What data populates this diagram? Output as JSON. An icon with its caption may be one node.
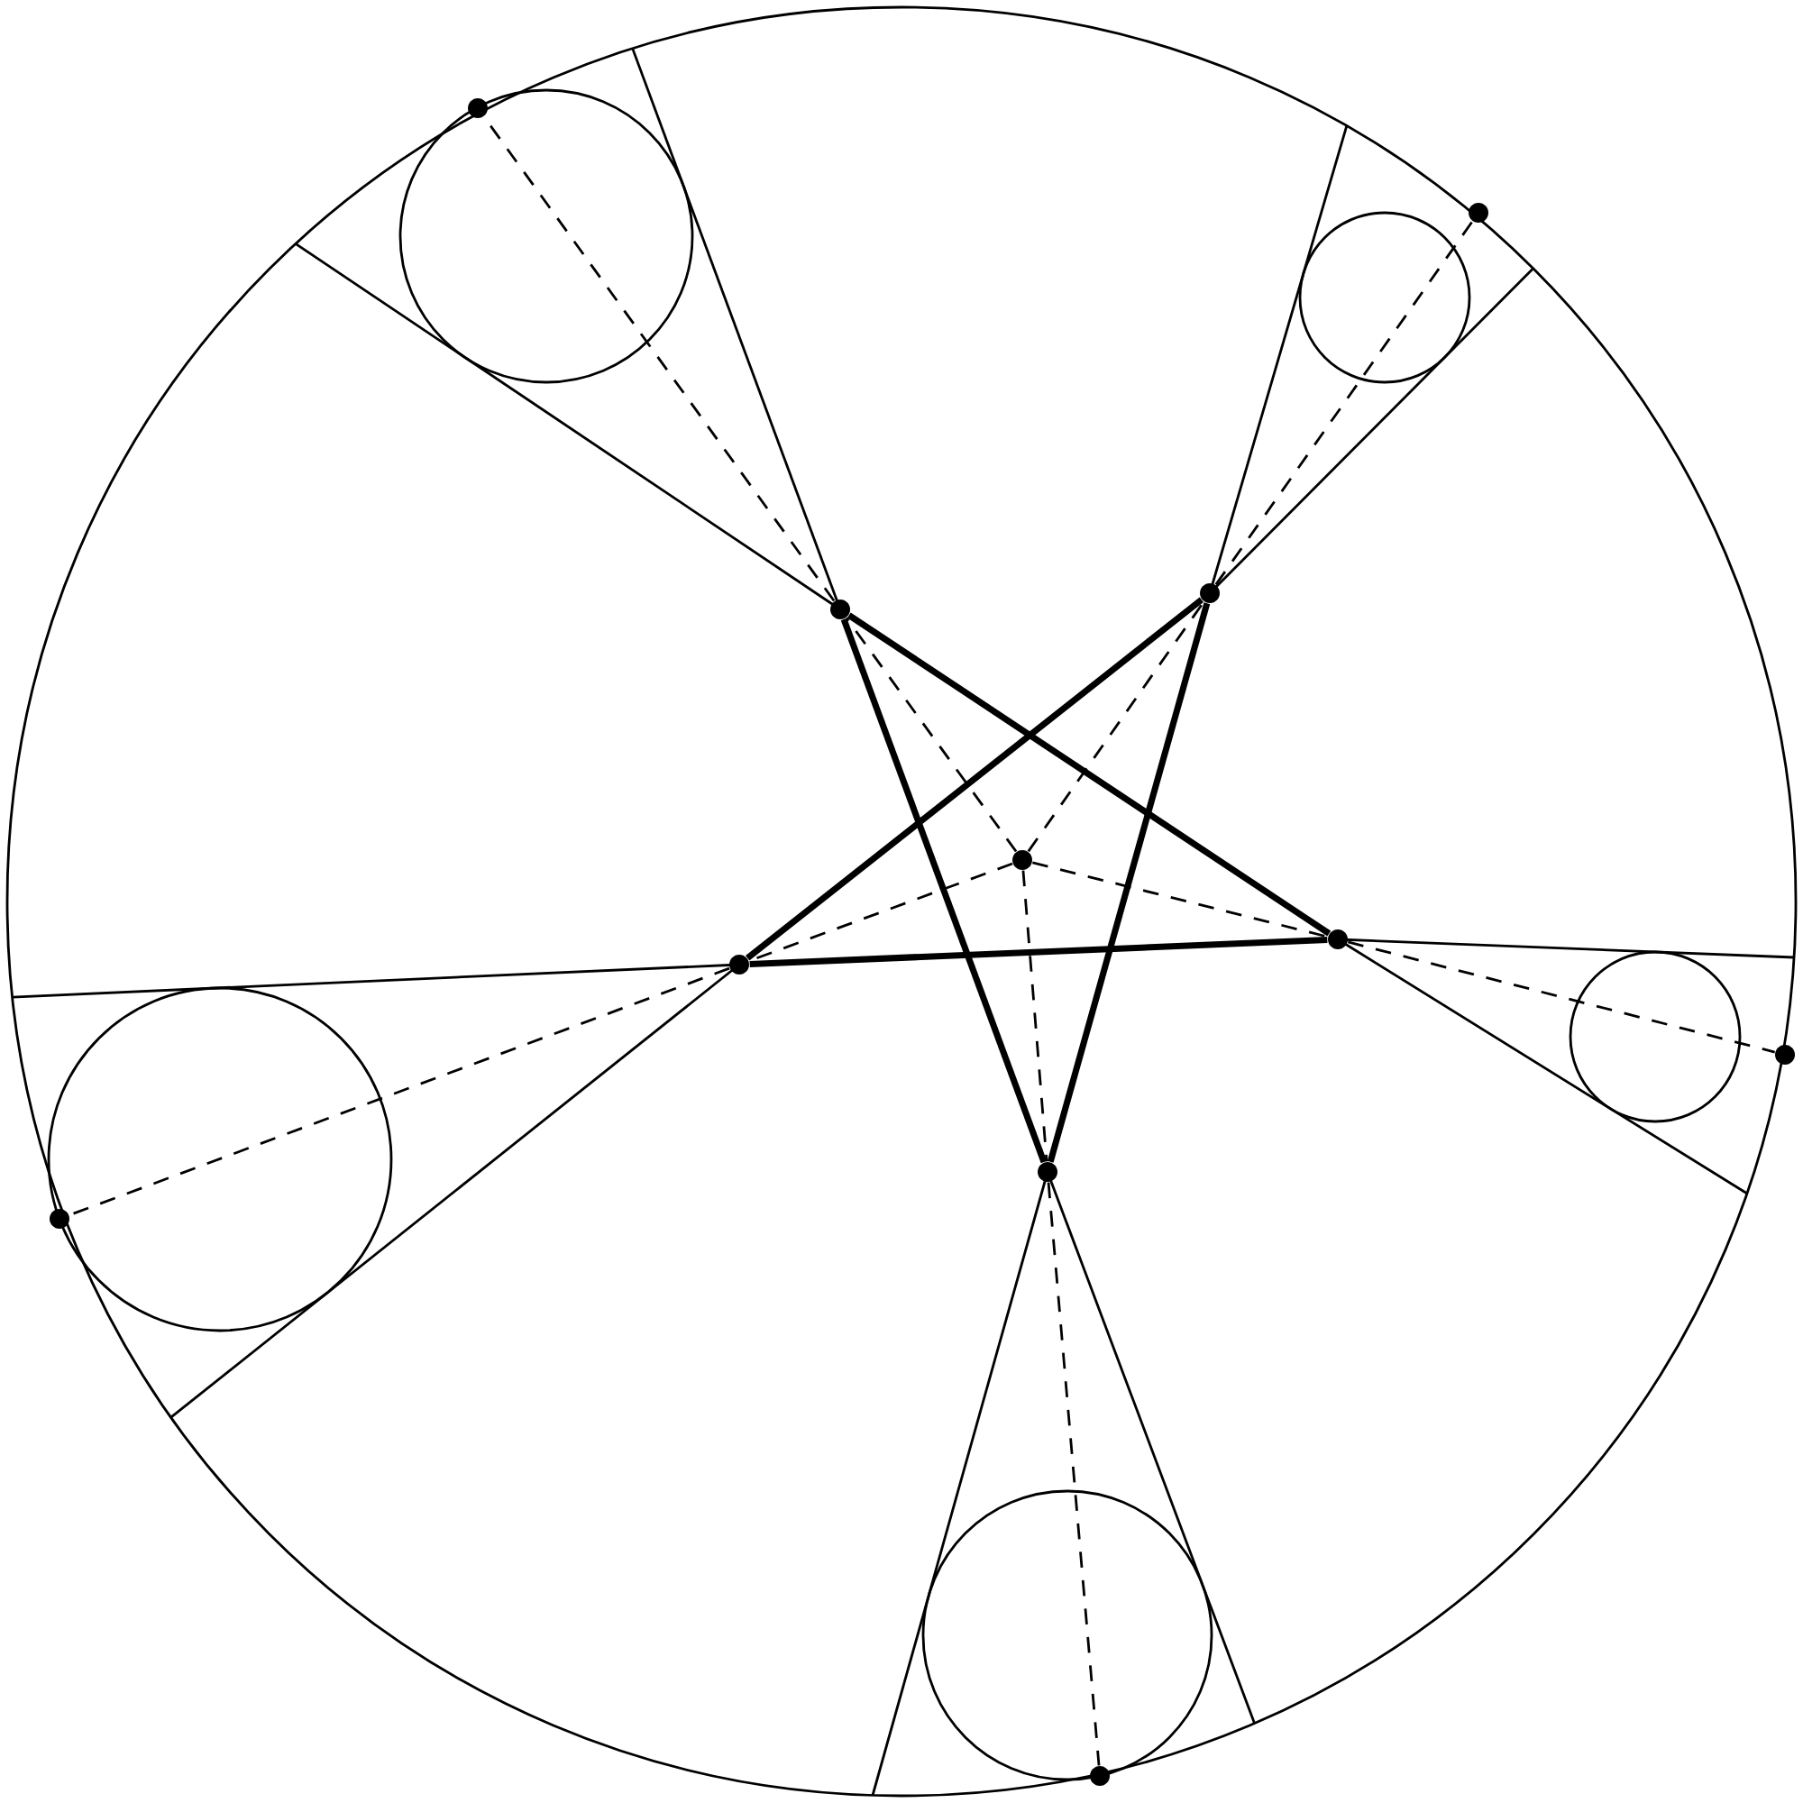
{
  "diagram": {
    "nodes": [
      {
        "text": [],
        "shape": "dot"
      },
      {
        "text": [],
        "shape": "dot"
      },
      {
        "text": [],
        "shape": "dot"
      },
      {
        "text": [],
        "shape": "dot"
      },
      {
        "text": [],
        "shape": "dot"
      },
      {
        "text": [],
        "shape": "dot"
      },
      {
        "text": [],
        "shape": "dot"
      },
      {
        "text": [],
        "shape": "dot"
      },
      {
        "text": [],
        "shape": "dot"
      },
      {
        "text": [],
        "shape": "dot"
      },
      {
        "text": [],
        "shape": "dot"
      }
    ],
    "edges": [
      {
        "from": 3,
        "to": 5,
        "arrow": "none",
        "style": "thick"
      },
      {
        "from": 3,
        "to": 8,
        "arrow": "none",
        "style": "thick"
      },
      {
        "from": 2,
        "to": 6,
        "arrow": "none",
        "style": "thick"
      },
      {
        "from": 2,
        "to": 8,
        "arrow": "none",
        "style": "thick"
      },
      {
        "from": 6,
        "to": 5,
        "arrow": "none",
        "style": "thick"
      },
      {
        "from": 4,
        "to": 3,
        "arrow": "none",
        "style": "dashed"
      },
      {
        "from": 4,
        "to": 2,
        "arrow": "none",
        "style": "dashed"
      },
      {
        "from": 4,
        "to": 5,
        "arrow": "none",
        "style": "dashed"
      },
      {
        "from": 4,
        "to": 8,
        "arrow": "none",
        "style": "dashed"
      },
      {
        "from": 4,
        "to": 6,
        "arrow": "none",
        "style": "dashed"
      },
      {
        "from": 3,
        "to": 0,
        "arrow": "none",
        "style": "dashed"
      },
      {
        "from": 2,
        "to": 1,
        "arrow": "none",
        "style": "dashed"
      },
      {
        "from": 5,
        "to": 7,
        "arrow": "none",
        "style": "dashed"
      },
      {
        "from": 8,
        "to": 10,
        "arrow": "none",
        "style": "dashed"
      },
      {
        "from": 6,
        "to": 9,
        "arrow": "none",
        "style": "dashed"
      }
    ]
  }
}
